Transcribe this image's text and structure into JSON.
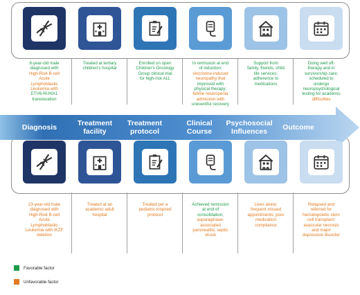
{
  "colors": {
    "favorable": "#1f9a4a",
    "unfavorable": "#e07a1f",
    "tile_colors": [
      "#1f3566",
      "#2f5597",
      "#2e75b6",
      "#5b9bd5",
      "#9dc3e6",
      "#c9dcf0"
    ]
  },
  "stages": [
    {
      "label_lines": [
        "Diagnosis"
      ]
    },
    {
      "label_lines": [
        "Treatment",
        "facility"
      ]
    },
    {
      "label_lines": [
        "Treatment",
        "protocol"
      ]
    },
    {
      "label_lines": [
        "Clinical",
        "Course"
      ]
    },
    {
      "label_lines": [
        "Psychosocial",
        "Influences"
      ]
    },
    {
      "label_lines": [
        "Outcome"
      ]
    }
  ],
  "icons": [
    "dna-icon",
    "hospital-icon",
    "clipboard-icon",
    "iv-bag-icon",
    "family-house-icon",
    "calendar-icon"
  ],
  "top_row": [
    {
      "lines": [
        {
          "t": "6-year-old male",
          "c": "favorable"
        },
        {
          "t": "diagnosed with",
          "c": "favorable"
        },
        {
          "t": "High-Risk B-cell",
          "c": "unfavorable"
        },
        {
          "t": "Acute",
          "c": "unfavorable"
        },
        {
          "t": "Lymphoblastic",
          "c": "unfavorable"
        },
        {
          "t": "Leukemia with",
          "c": "unfavorable"
        },
        {
          "t": "ETV6-RUNX1",
          "c": "favorable"
        },
        {
          "t": "translocation",
          "c": "favorable"
        }
      ]
    },
    {
      "lines": [
        {
          "t": "Treated at tertiary",
          "c": "favorable"
        },
        {
          "t": "children's hospital",
          "c": "favorable"
        }
      ]
    },
    {
      "lines": [
        {
          "t": "Enrolled on open",
          "c": "favorable"
        },
        {
          "t": "Children's Oncology",
          "c": "favorable"
        },
        {
          "t": "Group clinical trial",
          "c": "favorable"
        },
        {
          "t": "for high-risk ALL",
          "c": "favorable"
        }
      ]
    },
    {
      "lines": [
        {
          "t": "In remission at end",
          "c": "favorable"
        },
        {
          "t": "of induction;",
          "c": "favorable"
        },
        {
          "t": "vincristine-induced",
          "c": "unfavorable"
        },
        {
          "t": "neuropathy that",
          "c": "unfavorable"
        },
        {
          "t": "improved with",
          "c": "favorable"
        },
        {
          "t": "physical therapy;",
          "c": "favorable"
        },
        {
          "t": "febrile neutropenia",
          "c": "unfavorable"
        },
        {
          "t": "admission with",
          "c": "unfavorable"
        },
        {
          "t": "uneventful recovery",
          "c": "favorable"
        }
      ]
    },
    {
      "lines": [
        {
          "t": "Support from",
          "c": "favorable"
        },
        {
          "t": "family, friends, child",
          "c": "favorable"
        },
        {
          "t": "life services;",
          "c": "favorable"
        },
        {
          "t": "adherence to",
          "c": "favorable"
        },
        {
          "t": "medications",
          "c": "favorable"
        }
      ]
    },
    {
      "lines": [
        {
          "t": "Doing well off-",
          "c": "favorable"
        },
        {
          "t": "therapy and in",
          "c": "favorable"
        },
        {
          "t": "survivorship care;",
          "c": "favorable"
        },
        {
          "t": "scheduled to",
          "c": "favorable"
        },
        {
          "t": "undergo",
          "c": "favorable"
        },
        {
          "t": "neuropsychological",
          "c": "favorable"
        },
        {
          "t": "testing for academic",
          "c": "favorable"
        },
        {
          "t": "difficulties",
          "c": "unfavorable"
        }
      ]
    }
  ],
  "bottom_row": [
    {
      "lines": [
        {
          "t": "23-year-old male",
          "c": "unfavorable"
        },
        {
          "t": "diagnosed with",
          "c": "unfavorable"
        },
        {
          "t": "High-Risk B-cell",
          "c": "unfavorable"
        },
        {
          "t": "Acute",
          "c": "unfavorable"
        },
        {
          "t": "Lymphoblastic",
          "c": "unfavorable"
        },
        {
          "t": "Leukemia with IKZF",
          "c": "unfavorable"
        },
        {
          "t": "deletion",
          "c": "unfavorable"
        }
      ]
    },
    {
      "lines": [
        {
          "t": "Treated at an",
          "c": "unfavorable"
        },
        {
          "t": "academic adult",
          "c": "unfavorable"
        },
        {
          "t": "hospital",
          "c": "unfavorable"
        }
      ]
    },
    {
      "lines": [
        {
          "t": "Treated per a",
          "c": "unfavorable"
        },
        {
          "t": "pediatric-inspired",
          "c": "unfavorable"
        },
        {
          "t": "protocol",
          "c": "unfavorable"
        }
      ]
    },
    {
      "lines": [
        {
          "t": "Achieved remission",
          "c": "favorable"
        },
        {
          "t": "at end of",
          "c": "favorable"
        },
        {
          "t": "consolidation;",
          "c": "favorable"
        },
        {
          "t": "asparaginase-",
          "c": "unfavorable"
        },
        {
          "t": "associated",
          "c": "unfavorable"
        },
        {
          "t": "pancreatitis; septic",
          "c": "unfavorable"
        },
        {
          "t": "shock",
          "c": "unfavorable"
        }
      ]
    },
    {
      "lines": [
        {
          "t": "Lives alone;",
          "c": "unfavorable"
        },
        {
          "t": "frequent missed",
          "c": "unfavorable"
        },
        {
          "t": "appointments; poor",
          "c": "unfavorable"
        },
        {
          "t": "medication",
          "c": "unfavorable"
        },
        {
          "t": "compliance",
          "c": "unfavorable"
        }
      ]
    },
    {
      "lines": [
        {
          "t": "Relapsed and",
          "c": "unfavorable"
        },
        {
          "t": "referred for",
          "c": "unfavorable"
        },
        {
          "t": "hematopoietic stem",
          "c": "unfavorable"
        },
        {
          "t": "cell transplant;",
          "c": "unfavorable"
        },
        {
          "t": "avascular necrosis",
          "c": "unfavorable"
        },
        {
          "t": "and major",
          "c": "unfavorable"
        },
        {
          "t": "depressive disorder",
          "c": "unfavorable"
        }
      ]
    }
  ],
  "legend": {
    "favorable_label": "Favorable factor",
    "unfavorable_label": "Unfavorable factor"
  }
}
